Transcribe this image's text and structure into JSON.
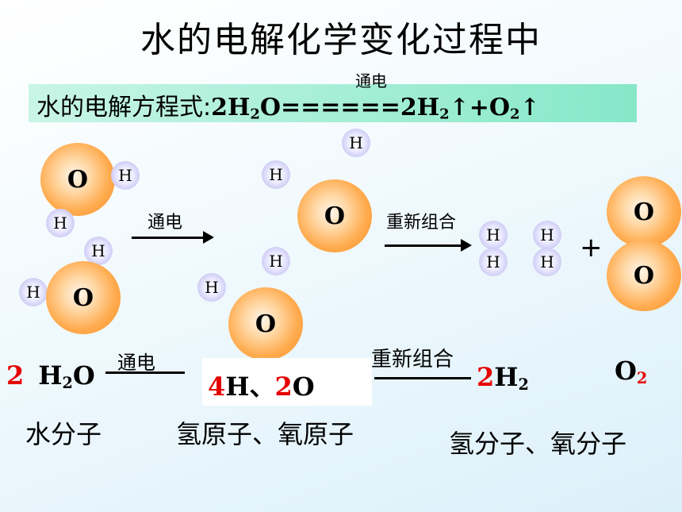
{
  "title": "水的电解化学变化过程中",
  "equation": {
    "label": "水的电解方程式:",
    "condition": "通电",
    "coef_h2o": "2",
    "h": "H",
    "two": "2",
    "o": "O",
    "equals": "======",
    "coef_h2": "2",
    "up": "↑",
    "plus": "+",
    "o2_o": "O",
    "o2_sub": "2"
  },
  "diagram": {
    "oxygen_label": "O",
    "hydrogen_label": "H",
    "arrow1_label": "通电",
    "arrow2_label": "重新组合",
    "plus": "+"
  },
  "bottom": {
    "water_coef": "2",
    "water_h": "H",
    "water_sub": "2",
    "water_o": "O",
    "label_electrify": "通电",
    "atoms_h_coef": "4",
    "atoms_h": "H、",
    "atoms_o_coef": "2",
    "atoms_o": "O",
    "label_recombine": "重新组合",
    "h2_coef": "2",
    "h2_h": "H",
    "h2_sub": "2",
    "o2_o": "O",
    "o2_sub": "2",
    "caption_water": "水分子",
    "caption_atoms": "氢原子、氧原子",
    "caption_molecules": "氢分子、氧分子"
  }
}
